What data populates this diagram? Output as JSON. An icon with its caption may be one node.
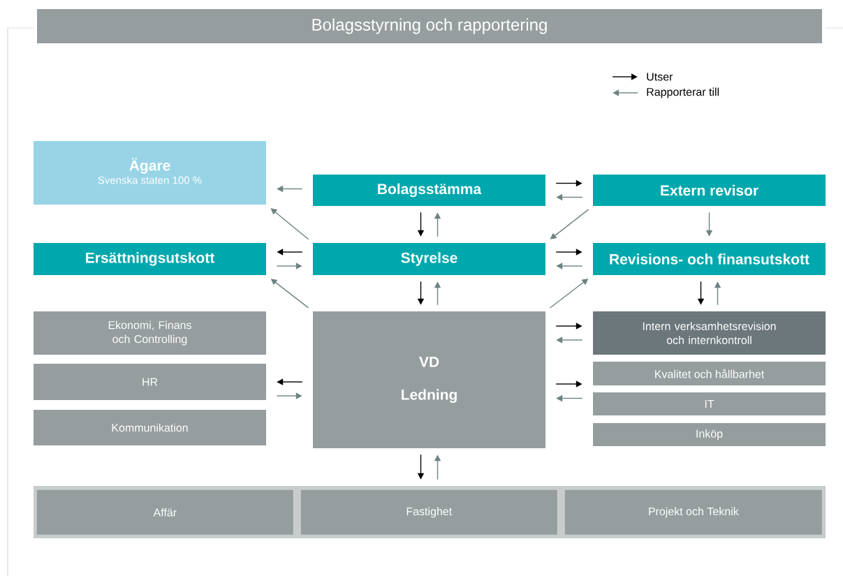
{
  "diagram": {
    "title": "Bolagsstyrning och rapportering",
    "nodes": [
      {
        "text": [
          "Ägare",
          "Svenska staten 100 %"
        ]
      },
      {
        "text": [
          "Bolagsstämma"
        ]
      },
      {
        "text": [
          "Extern revisor"
        ]
      },
      {
        "text": [
          "Ersättningsutskott"
        ]
      },
      {
        "text": [
          "Styrelse"
        ]
      },
      {
        "text": [
          "Revisions- och finansutskott"
        ]
      },
      {
        "text": [
          "Ekonomi, Finans och Controlling"
        ]
      },
      {
        "text": [
          "VD",
          "Ledning"
        ]
      },
      {
        "text": [
          "Intern verksamhetsrevision och internkontroll"
        ]
      },
      {
        "text": [
          "HR"
        ]
      },
      {
        "text": [
          "Kvalitet och hållbarhet"
        ]
      },
      {
        "text": [
          "IT"
        ]
      },
      {
        "text": [
          "Kommunikation"
        ]
      },
      {
        "text": [
          "Inköp"
        ]
      },
      {
        "text": [],
        "shape": "box"
      },
      {
        "text": [
          "Affär"
        ],
        "in": 14
      },
      {
        "text": [
          "Fastighet"
        ],
        "in": 14
      },
      {
        "text": [
          "Projekt och Teknik"
        ],
        "in": 14
      }
    ],
    "edges": [
      {
        "from": 1,
        "to": 0,
        "arrow": "to"
      },
      {
        "from": 1,
        "to": 2,
        "arrow": "to",
        "color": "#000000"
      },
      {
        "from": 2,
        "to": 1,
        "arrow": "to"
      },
      {
        "from": 4,
        "to": 0,
        "arrow": "to"
      },
      {
        "from": 1,
        "to": 4,
        "arrow": "to",
        "color": "#000000"
      },
      {
        "from": 4,
        "to": 1,
        "arrow": "to"
      },
      {
        "from": 2,
        "to": 4,
        "arrow": "to"
      },
      {
        "from": 2,
        "to": 5,
        "arrow": "to"
      },
      {
        "from": 4,
        "to": 3,
        "arrow": "to",
        "color": "#000000"
      },
      {
        "from": 3,
        "to": 4,
        "arrow": "to"
      },
      {
        "from": 4,
        "to": 5,
        "arrow": "to",
        "color": "#000000"
      },
      {
        "from": 5,
        "to": 4,
        "arrow": "to"
      },
      {
        "from": 7,
        "to": 3,
        "arrow": "to"
      },
      {
        "from": 4,
        "to": 7,
        "arrow": "to",
        "color": "#000000"
      },
      {
        "from": 7,
        "to": 4,
        "arrow": "to"
      },
      {
        "from": 7,
        "to": 5,
        "arrow": "to"
      },
      {
        "from": 5,
        "to": 8,
        "arrow": "to",
        "color": "#000000"
      },
      {
        "from": 8,
        "to": 5,
        "arrow": "to"
      },
      {
        "from": 7,
        "to": 8,
        "arrow": "to",
        "color": "#000000"
      },
      {
        "from": 8,
        "to": 7,
        "arrow": "to"
      },
      {
        "from": 7,
        "to": 9,
        "arrow": "to",
        "color": "#000000"
      },
      {
        "from": 9,
        "to": 7,
        "arrow": "to"
      },
      {
        "from": 7,
        "to": 10,
        "arrow": "to",
        "color": "#000000"
      },
      {
        "from": 11,
        "to": 7,
        "arrow": "to"
      },
      {
        "from": 7,
        "to": 14,
        "arrow": "to",
        "color": "#000000"
      },
      {
        "from": 14,
        "to": 7,
        "arrow": "to"
      }
    ],
    "legend": [
      {
        "text": "Utser"
      },
      {
        "text": "Rapporterar till"
      }
    ]
  }
}
